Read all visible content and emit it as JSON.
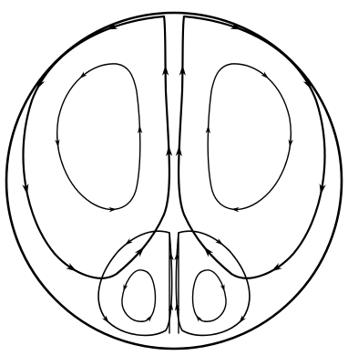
{
  "figure": {
    "kind": "streamline-flow-diagram",
    "background_color": "#ffffff",
    "line_color": "#000000",
    "boundary_shape": "circle",
    "description_visible_text": ""
  },
  "elements": {
    "boundary": "circular-boundary",
    "upper_vortices": 2,
    "lower_vortices": 2,
    "arrow_style": "filled-arrowhead"
  }
}
